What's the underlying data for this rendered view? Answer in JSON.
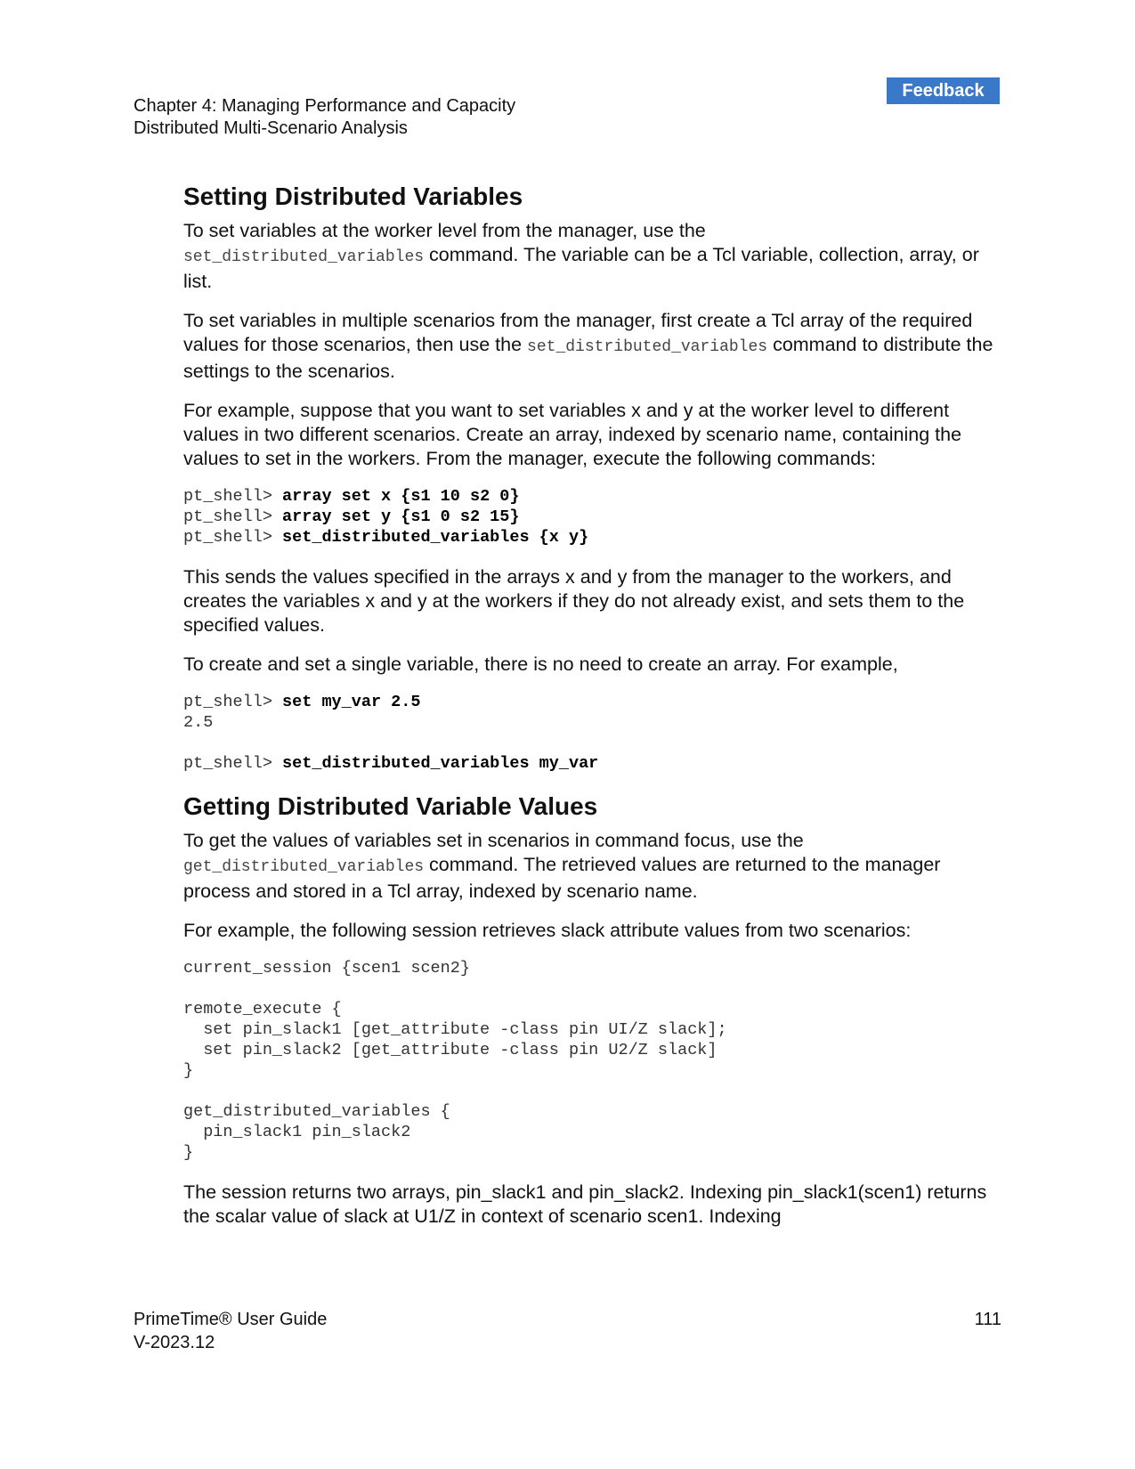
{
  "header": {
    "feedback_label": "Feedback",
    "chapter": "Chapter 4: Managing Performance and Capacity",
    "section": "Distributed Multi-Scenario Analysis"
  },
  "section1": {
    "title": "Setting Distributed Variables",
    "p1": {
      "a": "To set variables at the worker level from the manager, use the",
      "code": "set_distributed_variables",
      "b": " command. The variable can be a Tcl variable, collection, array, or list."
    },
    "p2": {
      "a": "To set variables in multiple scenarios from the manager, first create a Tcl array of the required values for those scenarios, then use the ",
      "code": "set_distributed_variables",
      "b": " command to distribute the settings to the scenarios."
    },
    "p3": "For example, suppose that you want to set variables x and y at the worker level to different values in two different scenarios. Create an array, indexed by scenario name, containing the values to set in the workers. From the manager, execute the following commands:",
    "code1": [
      {
        "prompt": "pt_shell> ",
        "cmd": "array set x {s1 10 s2 0}"
      },
      {
        "prompt": "pt_shell> ",
        "cmd": "array set y {s1 0 s2 15}"
      },
      {
        "prompt": "pt_shell> ",
        "cmd": "set_distributed_variables {x y}"
      }
    ],
    "p4": "This sends the values specified in the arrays x and y from the manager to the workers, and creates the variables x and y at the workers if they do not already exist, and sets them to the specified values.",
    "p5": "To create and set a single variable, there is no need to create an array. For example,",
    "code2": {
      "line1_prompt": "pt_shell> ",
      "line1_cmd": "set my_var 2.5",
      "line2_output": "2.5",
      "line3_prompt": "pt_shell> ",
      "line3_cmd": "set_distributed_variables my_var"
    }
  },
  "section2": {
    "title": "Getting Distributed Variable Values",
    "p1": {
      "a": "To get the values of variables set in scenarios in command focus, use the",
      "code": "get_distributed_variables",
      "b": " command. The retrieved values are returned to the manager process and stored in a Tcl array, indexed by scenario name."
    },
    "p2": "For example, the following session retrieves slack attribute values from two scenarios:",
    "code3": {
      "block1": "current_session {scen1 scen2}",
      "block2": "remote_execute {\n  set pin_slack1 [get_attribute -class pin UI/Z slack];\n  set pin_slack2 [get_attribute -class pin U2/Z slack]\n}",
      "block3": "get_distributed_variables {\n  pin_slack1 pin_slack2\n}"
    },
    "p3": "The session returns two arrays, pin_slack1 and pin_slack2. Indexing pin_slack1(scen1) returns the scalar value of slack at U1/Z in context of scenario scen1. Indexing"
  },
  "footer": {
    "guide_title": "PrimeTime® User Guide",
    "version": "V-2023.12",
    "page_number": "111"
  },
  "colors": {
    "feedback_bg": "#3a78c9",
    "feedback_text": "#ffffff"
  }
}
